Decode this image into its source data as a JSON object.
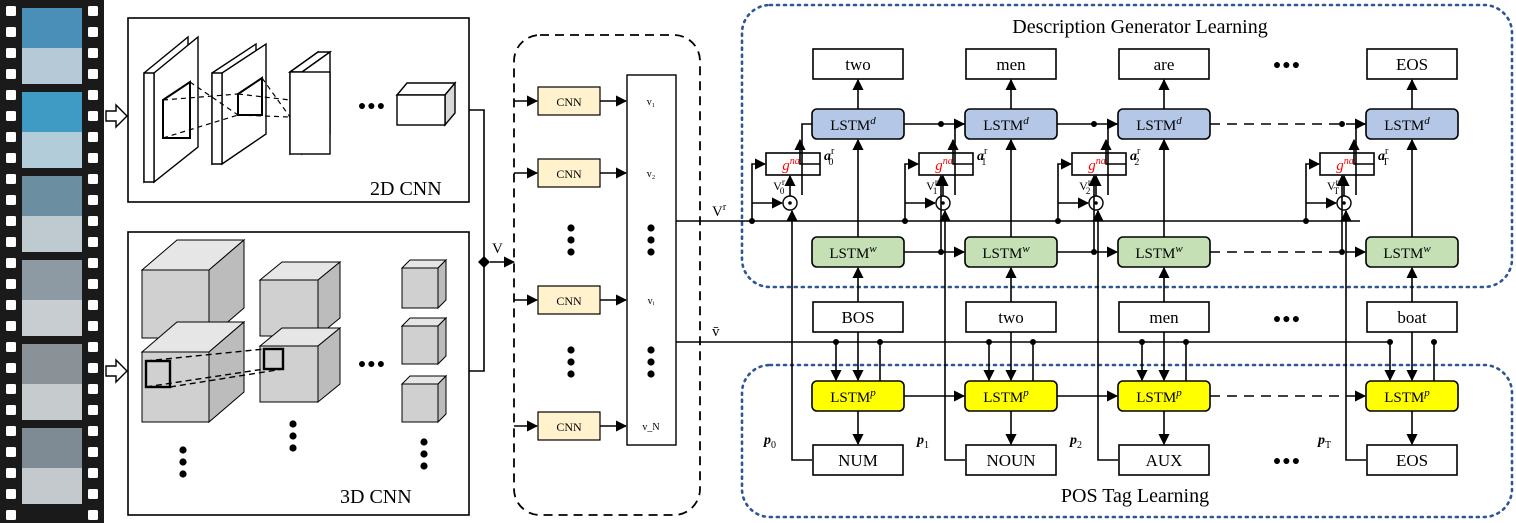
{
  "colors": {
    "lstm_d": "#b4c7e7",
    "lstm_w": "#c5e0b4",
    "lstm_p": "#ffff00",
    "cnn": "#fff2cc",
    "gna_text": "#ff0000",
    "dotted_frame": "#2e5597",
    "film_dark": "#1a1a1a",
    "cube_gray": "#d0d0d0"
  },
  "film_strip": {
    "frame_count": 6
  },
  "cnn_2d": {
    "label": "2D CNN"
  },
  "cnn_3d": {
    "label": "3D CNN"
  },
  "features": {
    "v_label": "V",
    "cnn_label": "CNN",
    "vectors": [
      "v₁",
      "v₂",
      "vᵢ",
      "v_N"
    ]
  },
  "sections": {
    "description": "Description Generator Learning",
    "pos": "POS Tag Learning"
  },
  "decoder": {
    "outputs": [
      "two",
      "men",
      "are",
      "EOS"
    ],
    "inputs": [
      "BOS",
      "two",
      "men",
      "boat"
    ],
    "pos_tags": [
      "NUM",
      "NOUN",
      "AUX",
      "EOS"
    ],
    "lstm_d": "LSTM",
    "lstm_d_sup": "d",
    "lstm_w": "LSTM",
    "lstm_w_sup": "w",
    "lstm_p": "LSTM",
    "lstm_p_sup": "p",
    "gna": "g",
    "gna_sup": "na",
    "attn_labels": [
      "a",
      "a",
      "a",
      "a"
    ],
    "attn_subs": [
      "0",
      "1",
      "2",
      "T"
    ],
    "vr_subs": [
      "0",
      "1",
      "2",
      "T"
    ],
    "p_subs": [
      "0",
      "1",
      "2",
      "T"
    ],
    "vr_label": "V",
    "vr_sup": "r",
    "vbar_label": "v̄",
    "ellipsis": "●●●"
  }
}
